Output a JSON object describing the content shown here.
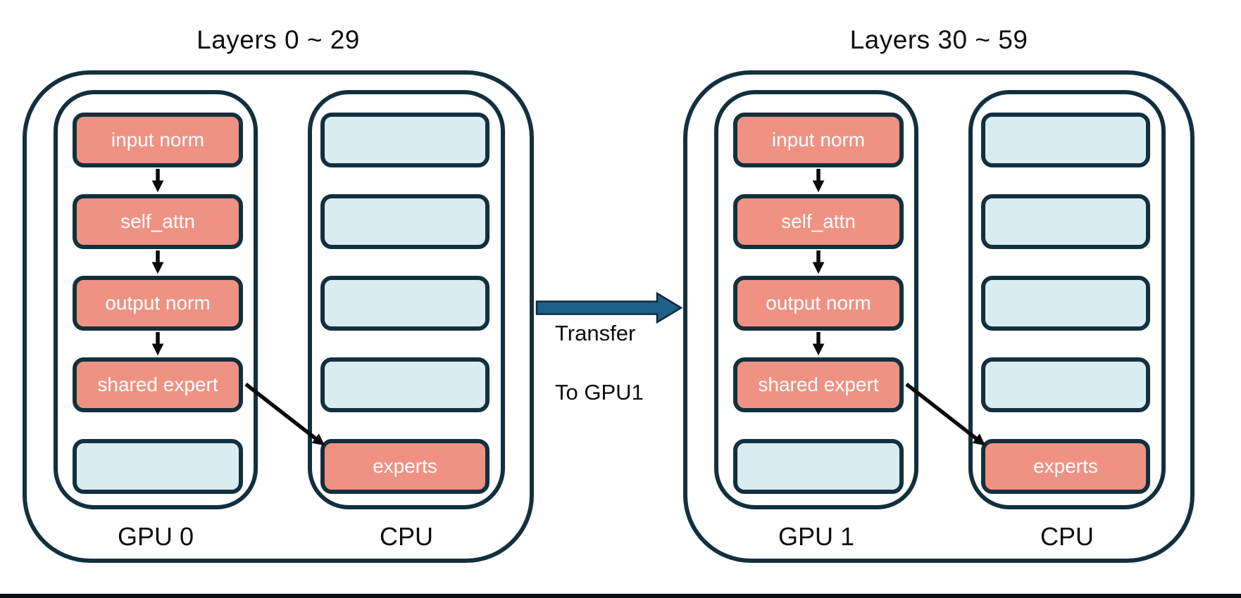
{
  "colors": {
    "module_fill": "#EF9283",
    "empty_fill": "#D9ECF2",
    "outline": "#12303E",
    "transfer_arrow_fill": "#1E6088",
    "flow_arrow": "#0A0A0A",
    "box_text": "#FFFFFF",
    "label_text": "#0D0D0D"
  },
  "groups": [
    {
      "title": "Layers 0 ~ 29",
      "gpu": {
        "label": "GPU 0",
        "boxes": [
          {
            "label": "input norm"
          },
          {
            "label": "self_attn"
          },
          {
            "label": "output norm"
          },
          {
            "label": "shared expert"
          },
          {
            "label": ""
          }
        ]
      },
      "cpu": {
        "label": "CPU",
        "boxes": [
          {
            "label": ""
          },
          {
            "label": ""
          },
          {
            "label": ""
          },
          {
            "label": ""
          },
          {
            "label": "experts"
          }
        ]
      }
    },
    {
      "title": "Layers 30 ~ 59",
      "gpu": {
        "label": "GPU 1",
        "boxes": [
          {
            "label": "input norm"
          },
          {
            "label": "self_attn"
          },
          {
            "label": "output norm"
          },
          {
            "label": "shared expert"
          },
          {
            "label": ""
          }
        ]
      },
      "cpu": {
        "label": "CPU",
        "boxes": [
          {
            "label": ""
          },
          {
            "label": ""
          },
          {
            "label": ""
          },
          {
            "label": ""
          },
          {
            "label": "experts"
          }
        ]
      }
    }
  ],
  "transfer": {
    "line1": "Transfer",
    "line2": "To GPU1"
  }
}
